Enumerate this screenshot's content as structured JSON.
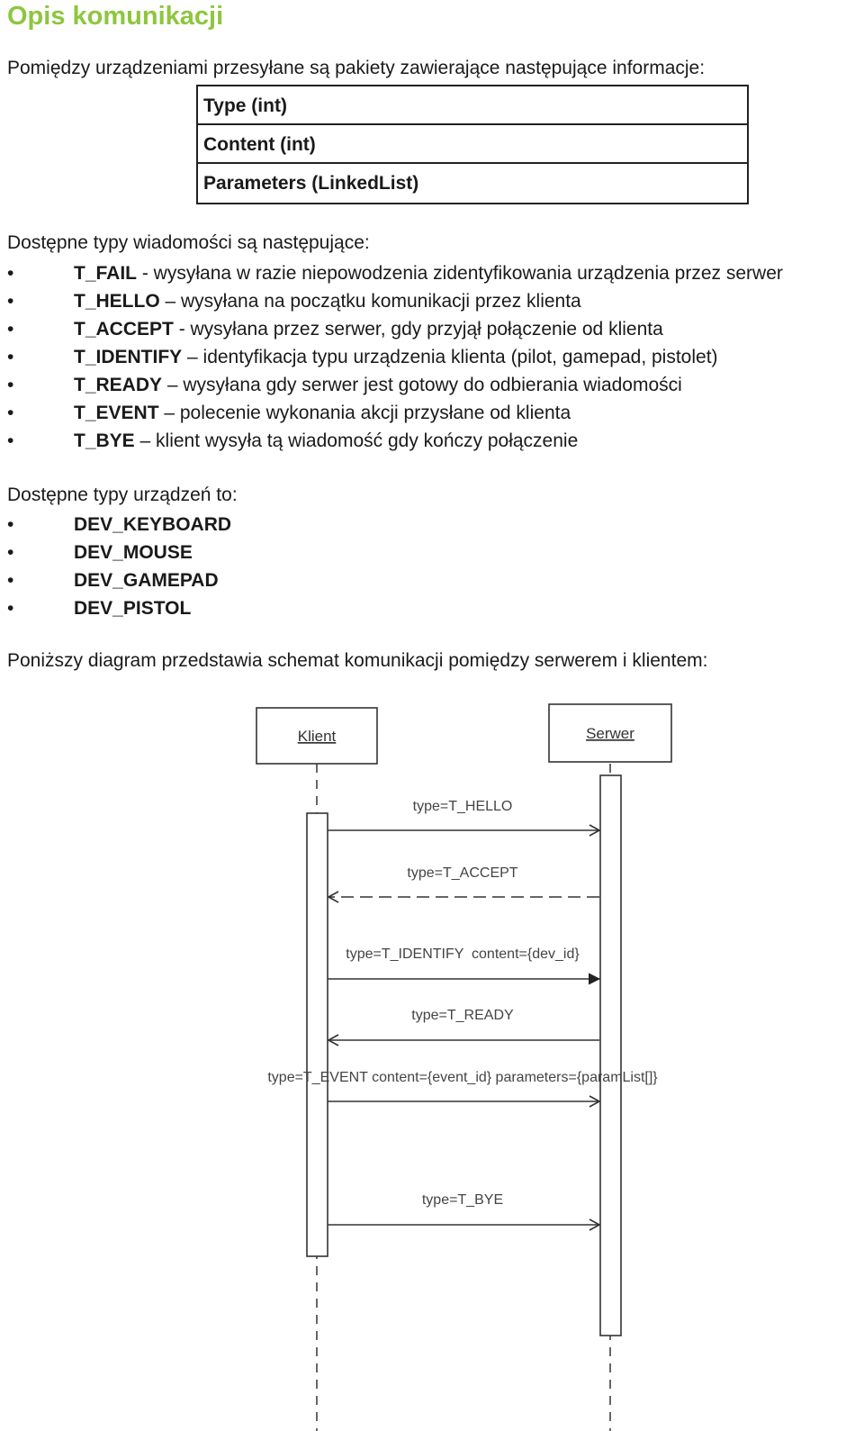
{
  "title": "Opis komunikacji",
  "intro": "Pomiędzy urządzeniami przesyłane są pakiety zawierające następujące informacje:",
  "packet_fields": [
    "Type (int)",
    "Content (int)",
    "Parameters (LinkedList)"
  ],
  "message_types": {
    "heading": "Dostępne typy wiadomości są następujące:",
    "items": [
      {
        "code": "T_FAIL",
        "desc": " - wysyłana w razie niepowodzenia zidentyfikowania urządzenia przez serwer"
      },
      {
        "code": "T_HELLO",
        "desc": " – wysyłana na początku komunikacji przez klienta"
      },
      {
        "code": "T_ACCEPT",
        "desc": " - wysyłana przez serwer, gdy przyjął połączenie od klienta"
      },
      {
        "code": "T_IDENTIFY",
        "desc": " – identyfikacja typu urządzenia klienta (pilot, gamepad, pistolet)"
      },
      {
        "code": "T_READY",
        "desc": " – wysyłana gdy serwer jest gotowy do odbierania wiadomości"
      },
      {
        "code": "T_EVENT",
        "desc": " – polecenie wykonania akcji przysłane od klienta"
      },
      {
        "code": "T_BYE",
        "desc": " – klient wysyła tą wiadomość gdy kończy połączenie"
      }
    ]
  },
  "device_types": {
    "heading": "Dostępne typy urządzeń to:",
    "items": [
      "DEV_KEYBOARD",
      "DEV_MOUSE",
      "DEV_GAMEPAD",
      "DEV_PISTOL"
    ]
  },
  "diagram_intro": "Poniższy diagram przedstawia schemat komunikacji pomiędzy serwerem i klientem:",
  "bullet_char": "•",
  "diagram": {
    "client_label": "Klient",
    "server_label": "Serwer",
    "messages": [
      {
        "label": "type=T_HELLO",
        "direction": "to-server",
        "style": "solid-open"
      },
      {
        "label": "type=T_ACCEPT",
        "direction": "to-client",
        "style": "dashed-open"
      },
      {
        "label": "type=T_IDENTIFY  content={dev_id}",
        "direction": "to-server",
        "style": "solid-filled"
      },
      {
        "label": "type=T_READY",
        "direction": "to-client",
        "style": "solid-open"
      },
      {
        "label": "type=T_EVENT content={event_id} parameters={paramList[]}",
        "direction": "to-server",
        "style": "solid-open"
      },
      {
        "label": "type=T_BYE",
        "direction": "to-server",
        "style": "solid-open"
      }
    ]
  }
}
